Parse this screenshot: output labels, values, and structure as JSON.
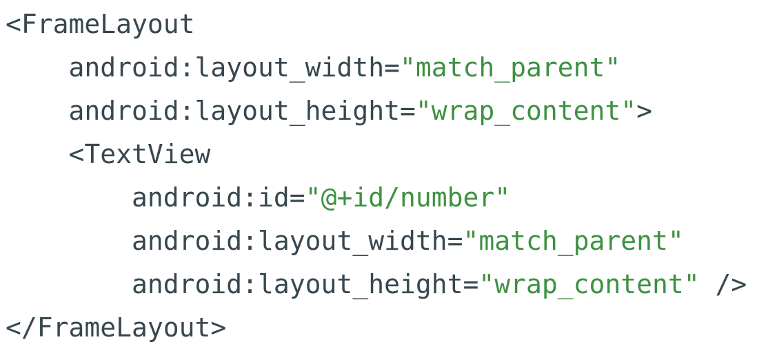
{
  "code_block": {
    "language": "xml",
    "colors": {
      "background": "#ffffff",
      "default": "#37474f",
      "string": "#3e9142"
    },
    "lines": [
      {
        "tokens": [
          {
            "t": "<FrameLayout",
            "c": "default"
          }
        ]
      },
      {
        "tokens": [
          {
            "t": "    android:layout_width=",
            "c": "default"
          },
          {
            "t": "\"match_parent\"",
            "c": "string"
          }
        ]
      },
      {
        "tokens": [
          {
            "t": "    android:layout_height=",
            "c": "default"
          },
          {
            "t": "\"wrap_content\"",
            "c": "string"
          },
          {
            "t": ">",
            "c": "default"
          }
        ]
      },
      {
        "tokens": [
          {
            "t": "    <TextView",
            "c": "default"
          }
        ]
      },
      {
        "tokens": [
          {
            "t": "        android:id=",
            "c": "default"
          },
          {
            "t": "\"@+id/number\"",
            "c": "string"
          }
        ]
      },
      {
        "tokens": [
          {
            "t": "        android:layout_width=",
            "c": "default"
          },
          {
            "t": "\"match_parent\"",
            "c": "string"
          }
        ]
      },
      {
        "tokens": [
          {
            "t": "        android:layout_height=",
            "c": "default"
          },
          {
            "t": "\"wrap_content\"",
            "c": "string"
          },
          {
            "t": " />",
            "c": "default"
          }
        ]
      },
      {
        "tokens": [
          {
            "t": "</FrameLayout>",
            "c": "default"
          }
        ]
      }
    ]
  }
}
